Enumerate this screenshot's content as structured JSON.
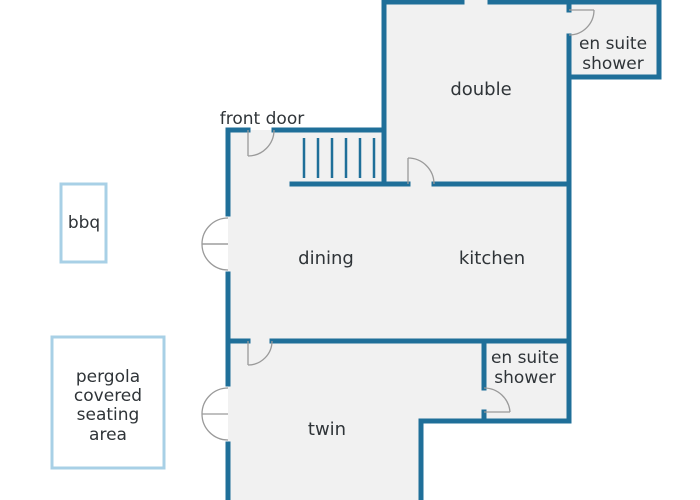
{
  "labels": {
    "front_door": "front door",
    "double": "double",
    "en_suite_top_line1": "en suite",
    "en_suite_top_line2": "shower",
    "bbq": "bbq",
    "dining": "dining",
    "kitchen": "kitchen",
    "en_suite_bottom_line1": "en suite",
    "en_suite_bottom_line2": "shower",
    "pergola_line1": "pergola",
    "pergola_line2": "covered",
    "pergola_line3": "seating",
    "pergola_line4": "area",
    "twin": "twin"
  },
  "colors": {
    "wall": "#1f6f99",
    "floor": "#f1f1f1",
    "outline_light": "#a8d0e6",
    "text": "#2f3438",
    "door_line": "#9a9a9a"
  }
}
